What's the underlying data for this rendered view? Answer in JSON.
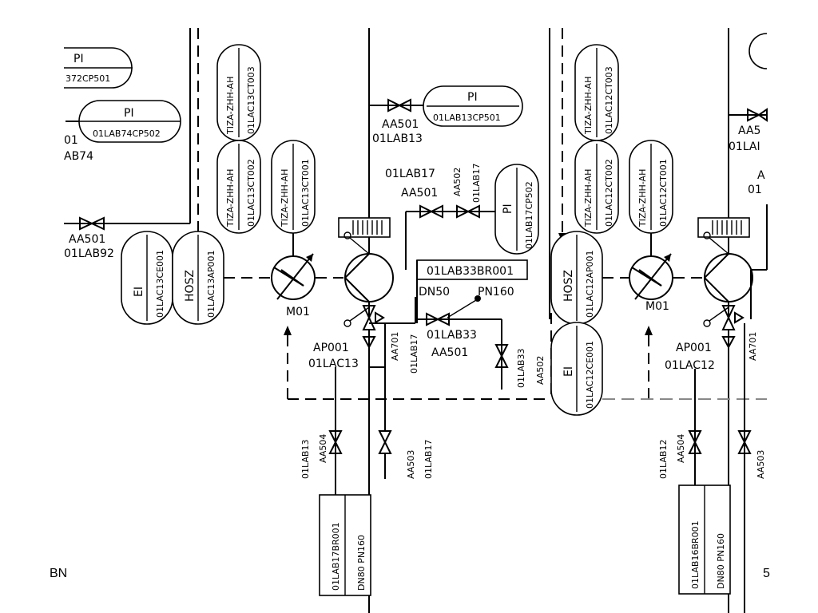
{
  "labels": {
    "pi_top_left": "PI",
    "pi_top_left_tag": "372CP501",
    "pi_74": "PI",
    "pi_74_tag": "01LAB74CP502",
    "frag_01": "01",
    "frag_lab74": "AB74",
    "tiza_ct003": "TIZA-ZHH-AH",
    "tiza_ct003_tag": "01LAC13CT003",
    "tiza_ct002": "TIZA-ZHH-AH",
    "tiza_ct002_tag": "01LAC13CT002",
    "tiza_ct001": "TIZA-ZHH-AH",
    "tiza_ct001_tag": "01LAC13CT001",
    "aa501_left": "AA501",
    "lab92": "01LAB92",
    "ei_13": "EI",
    "ei_13_tag": "01LAC13CE001",
    "hosz_13": "HOSZ",
    "hosz_13_tag": "01LAC13AP001",
    "m01_13": "M01",
    "ap001_13": "AP001",
    "lac13": "01LAC13",
    "pi_13": "PI",
    "pi_13_tag": "01LAB13CP501",
    "aa501_13": "AA501",
    "lab13": "01LAB13",
    "lab17_a": "01LAB17",
    "aa501_17": "AA501",
    "aa502_17": "AA502",
    "lab17_b": "01LAB17",
    "pi_17": "PI",
    "pi_17_tag": "01LAB17CP502",
    "br33": "01LAB33BR001",
    "dn50": "DN50",
    "pn160_a": "PN160",
    "aa701": "AA701",
    "lab17_c": "01LAB17",
    "lab33_a": "01LAB33",
    "aa501_33": "AA501",
    "lab33_b": "01LAB33",
    "aa502_33": "AA502",
    "lab13_b": "01LAB13",
    "aa504_13": "AA504",
    "aa503_17": "AA503",
    "lab17_d": "01LAB17",
    "br17": "01LAB17BR001",
    "dn80_pn160_a": "DN80  PN160",
    "tiza_12_ct003": "TIZA-ZHH-AH",
    "tiza_12_ct003_tag": "01LAC12CT003",
    "tiza_12_ct002": "TIZA-ZHH-AH",
    "tiza_12_ct002_tag": "01LAC12CT002",
    "tiza_12_ct001": "TIZA-ZHH-AH",
    "tiza_12_ct001_tag": "01LAC12CT001",
    "hosz_12": "HOSZ",
    "hosz_12_tag": "01LAC12AP001",
    "ei_12": "EI",
    "ei_12_tag": "01LAC12CE001",
    "m01_12": "M01",
    "ap001_12": "AP001",
    "lac12": "01LAC12",
    "aa701_12": "AA701",
    "lab12": "01LAB12",
    "aa504_12": "AA504",
    "aa503_12": "AA503",
    "br16": "01LAB16BR001",
    "dn80_pn160_b": "DN80  PN160",
    "aa5_right": "AA5",
    "lai_right": "01LAI",
    "a_right": "A",
    "o1_right": "01",
    "corner_left": "BN",
    "corner_right": "5"
  }
}
